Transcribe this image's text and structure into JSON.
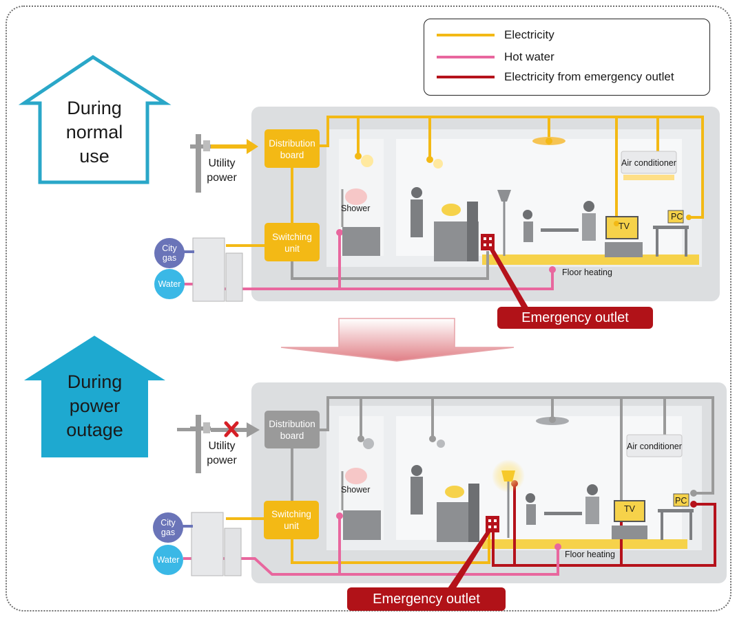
{
  "legend": {
    "electricity": {
      "label": "Electricity",
      "color": "#f3b915"
    },
    "hot_water": {
      "label": "Hot water",
      "color": "#e8679e"
    },
    "emergency": {
      "label": "Electricity from emergency outlet",
      "color": "#b5121b"
    }
  },
  "normal": {
    "title_line1": "During",
    "title_line2": "normal",
    "title_line3": "use",
    "utility_line1": "Utility",
    "utility_line2": "power",
    "distribution_line1": "Distribution",
    "distribution_line2": "board",
    "switching_line1": "Switching",
    "switching_line2": "unit",
    "city_gas_line1": "City",
    "city_gas_line2": "gas",
    "water": "Water",
    "shower": "Shower",
    "air_conditioner": "Air conditioner",
    "tv": "TV",
    "pc": "PC",
    "floor_heating": "Floor heating",
    "emergency_outlet": "Emergency outlet"
  },
  "outage": {
    "title_line1": "During",
    "title_line2": "power",
    "title_line3": "outage",
    "utility_line1": "Utility",
    "utility_line2": "power",
    "distribution_line1": "Distribution",
    "distribution_line2": "board",
    "switching_line1": "Switching",
    "switching_line2": "unit",
    "city_gas_line1": "City",
    "city_gas_line2": "gas",
    "water": "Water",
    "shower": "Shower",
    "air_conditioner": "Air conditioner",
    "tv": "TV",
    "pc": "PC",
    "floor_heating": "Floor heating",
    "emergency_outlet": "Emergency outlet"
  },
  "colors": {
    "house_outline": "#2aa7c8",
    "house_fill": "#1ea9d0",
    "panel": "#dcdee0",
    "gray_line": "#9a9a9a",
    "city_gas": "#6a74b8",
    "water": "#3ab8e6"
  }
}
